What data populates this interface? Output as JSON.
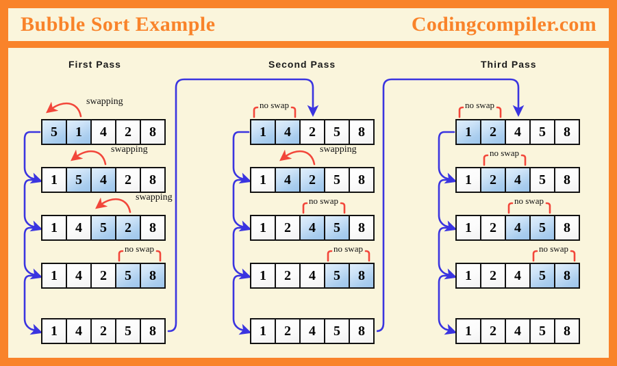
{
  "header": {
    "title": "Bubble Sort Example",
    "brand": "Codingcompiler.com"
  },
  "colors": {
    "frame": "#F9832A",
    "panel": "#FAF5DC",
    "accent": "#F9832A",
    "highlight": "#A9CDEE",
    "annotation_red": "#F2463A",
    "flow_blue": "#3A34E0",
    "cell_border": "#111111",
    "text": "#000000"
  },
  "diagram": {
    "type": "bubble-sort-trace",
    "initial_array": [
      5,
      1,
      4,
      2,
      8
    ],
    "final_array": [
      1,
      2,
      4,
      5,
      8
    ],
    "passes": [
      {
        "id": "pass1",
        "title": "First  Pass",
        "rows": [
          {
            "values": [
              5,
              1,
              4,
              2,
              8
            ],
            "highlight": [
              0,
              1
            ],
            "label": "swapping",
            "label_type": "swap"
          },
          {
            "values": [
              1,
              5,
              4,
              2,
              8
            ],
            "highlight": [
              1,
              2
            ],
            "label": "swapping",
            "label_type": "swap"
          },
          {
            "values": [
              1,
              4,
              5,
              2,
              8
            ],
            "highlight": [
              2,
              3
            ],
            "label": "swapping",
            "label_type": "swap"
          },
          {
            "values": [
              1,
              4,
              2,
              5,
              8
            ],
            "highlight": [
              3,
              4
            ],
            "label": "no swap",
            "label_type": "noswap"
          },
          {
            "values": [
              1,
              4,
              2,
              5,
              8
            ],
            "highlight": [],
            "label": "",
            "label_type": "none"
          }
        ]
      },
      {
        "id": "pass2",
        "title": "Second  Pass",
        "rows": [
          {
            "values": [
              1,
              4,
              2,
              5,
              8
            ],
            "highlight": [
              0,
              1
            ],
            "label": "no swap",
            "label_type": "noswap"
          },
          {
            "values": [
              1,
              4,
              2,
              5,
              8
            ],
            "highlight": [
              1,
              2
            ],
            "label": "swapping",
            "label_type": "swap"
          },
          {
            "values": [
              1,
              2,
              4,
              5,
              8
            ],
            "highlight": [
              2,
              3
            ],
            "label": "no swap",
            "label_type": "noswap"
          },
          {
            "values": [
              1,
              2,
              4,
              5,
              8
            ],
            "highlight": [
              3,
              4
            ],
            "label": "no swap",
            "label_type": "noswap"
          },
          {
            "values": [
              1,
              2,
              4,
              5,
              8
            ],
            "highlight": [],
            "label": "",
            "label_type": "none"
          }
        ]
      },
      {
        "id": "pass3",
        "title": "Third  Pass",
        "rows": [
          {
            "values": [
              1,
              2,
              4,
              5,
              8
            ],
            "highlight": [
              0,
              1
            ],
            "label": "no swap",
            "label_type": "noswap"
          },
          {
            "values": [
              1,
              2,
              4,
              5,
              8
            ],
            "highlight": [
              1,
              2
            ],
            "label": "no swap",
            "label_type": "noswap"
          },
          {
            "values": [
              1,
              2,
              4,
              5,
              8
            ],
            "highlight": [
              2,
              3
            ],
            "label": "no swap",
            "label_type": "noswap"
          },
          {
            "values": [
              1,
              2,
              4,
              5,
              8
            ],
            "highlight": [
              3,
              4
            ],
            "label": "no swap",
            "label_type": "noswap"
          },
          {
            "values": [
              1,
              2,
              4,
              5,
              8
            ],
            "highlight": [],
            "label": "",
            "label_type": "none"
          }
        ]
      }
    ]
  }
}
